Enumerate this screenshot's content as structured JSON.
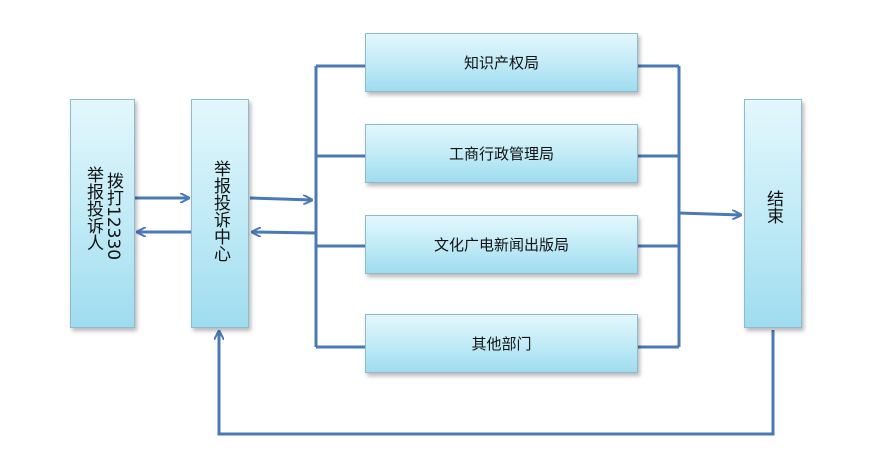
{
  "nodes": {
    "reporter": {
      "line1": "拨打12330",
      "line2": "举报投诉人"
    },
    "center": {
      "label": "举报投诉中心"
    },
    "departments": [
      {
        "label": "知识产权局"
      },
      {
        "label": "工商行政管理局"
      },
      {
        "label": "文化广电新闻出版局"
      },
      {
        "label": "其他部门"
      }
    ],
    "end": {
      "label": "结束"
    }
  },
  "style": {
    "line_color": "#4a7ab5",
    "box_fill": "#bfeaf6"
  }
}
